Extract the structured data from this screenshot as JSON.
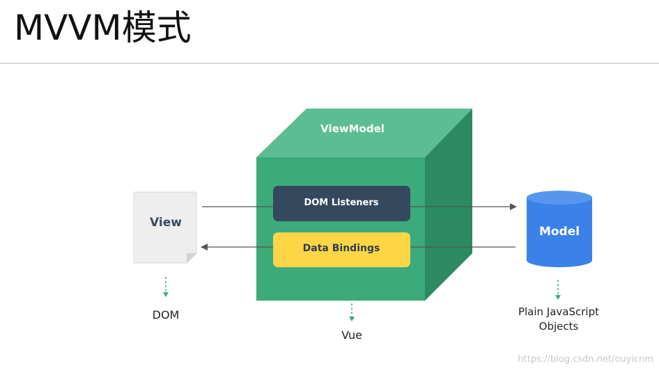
{
  "title": "MVVM模式",
  "diagram": {
    "viewmodel": {
      "label": "ViewModel",
      "listeners_label": "DOM Listeners",
      "bindings_label": "Data Bindings"
    },
    "view": {
      "label": "View",
      "caption": "DOM"
    },
    "model": {
      "label": "Model",
      "caption_line1": "Plain JavaScript",
      "caption_line2": "Objects"
    },
    "vue_caption": "Vue"
  },
  "watermark": "https://blog.csdn.net/ouyicnm",
  "colors": {
    "cube_front": "#3daa7c",
    "cube_top": "#5cbd94",
    "cube_side": "#2c8a63",
    "listeners_box": "#35495e",
    "bindings_box": "#fdd545",
    "model_cylinder": "#3b82e8",
    "model_cylinder_top": "#5597ef",
    "arrow": "#555555",
    "dashed_arrow": "#3daa7c"
  }
}
